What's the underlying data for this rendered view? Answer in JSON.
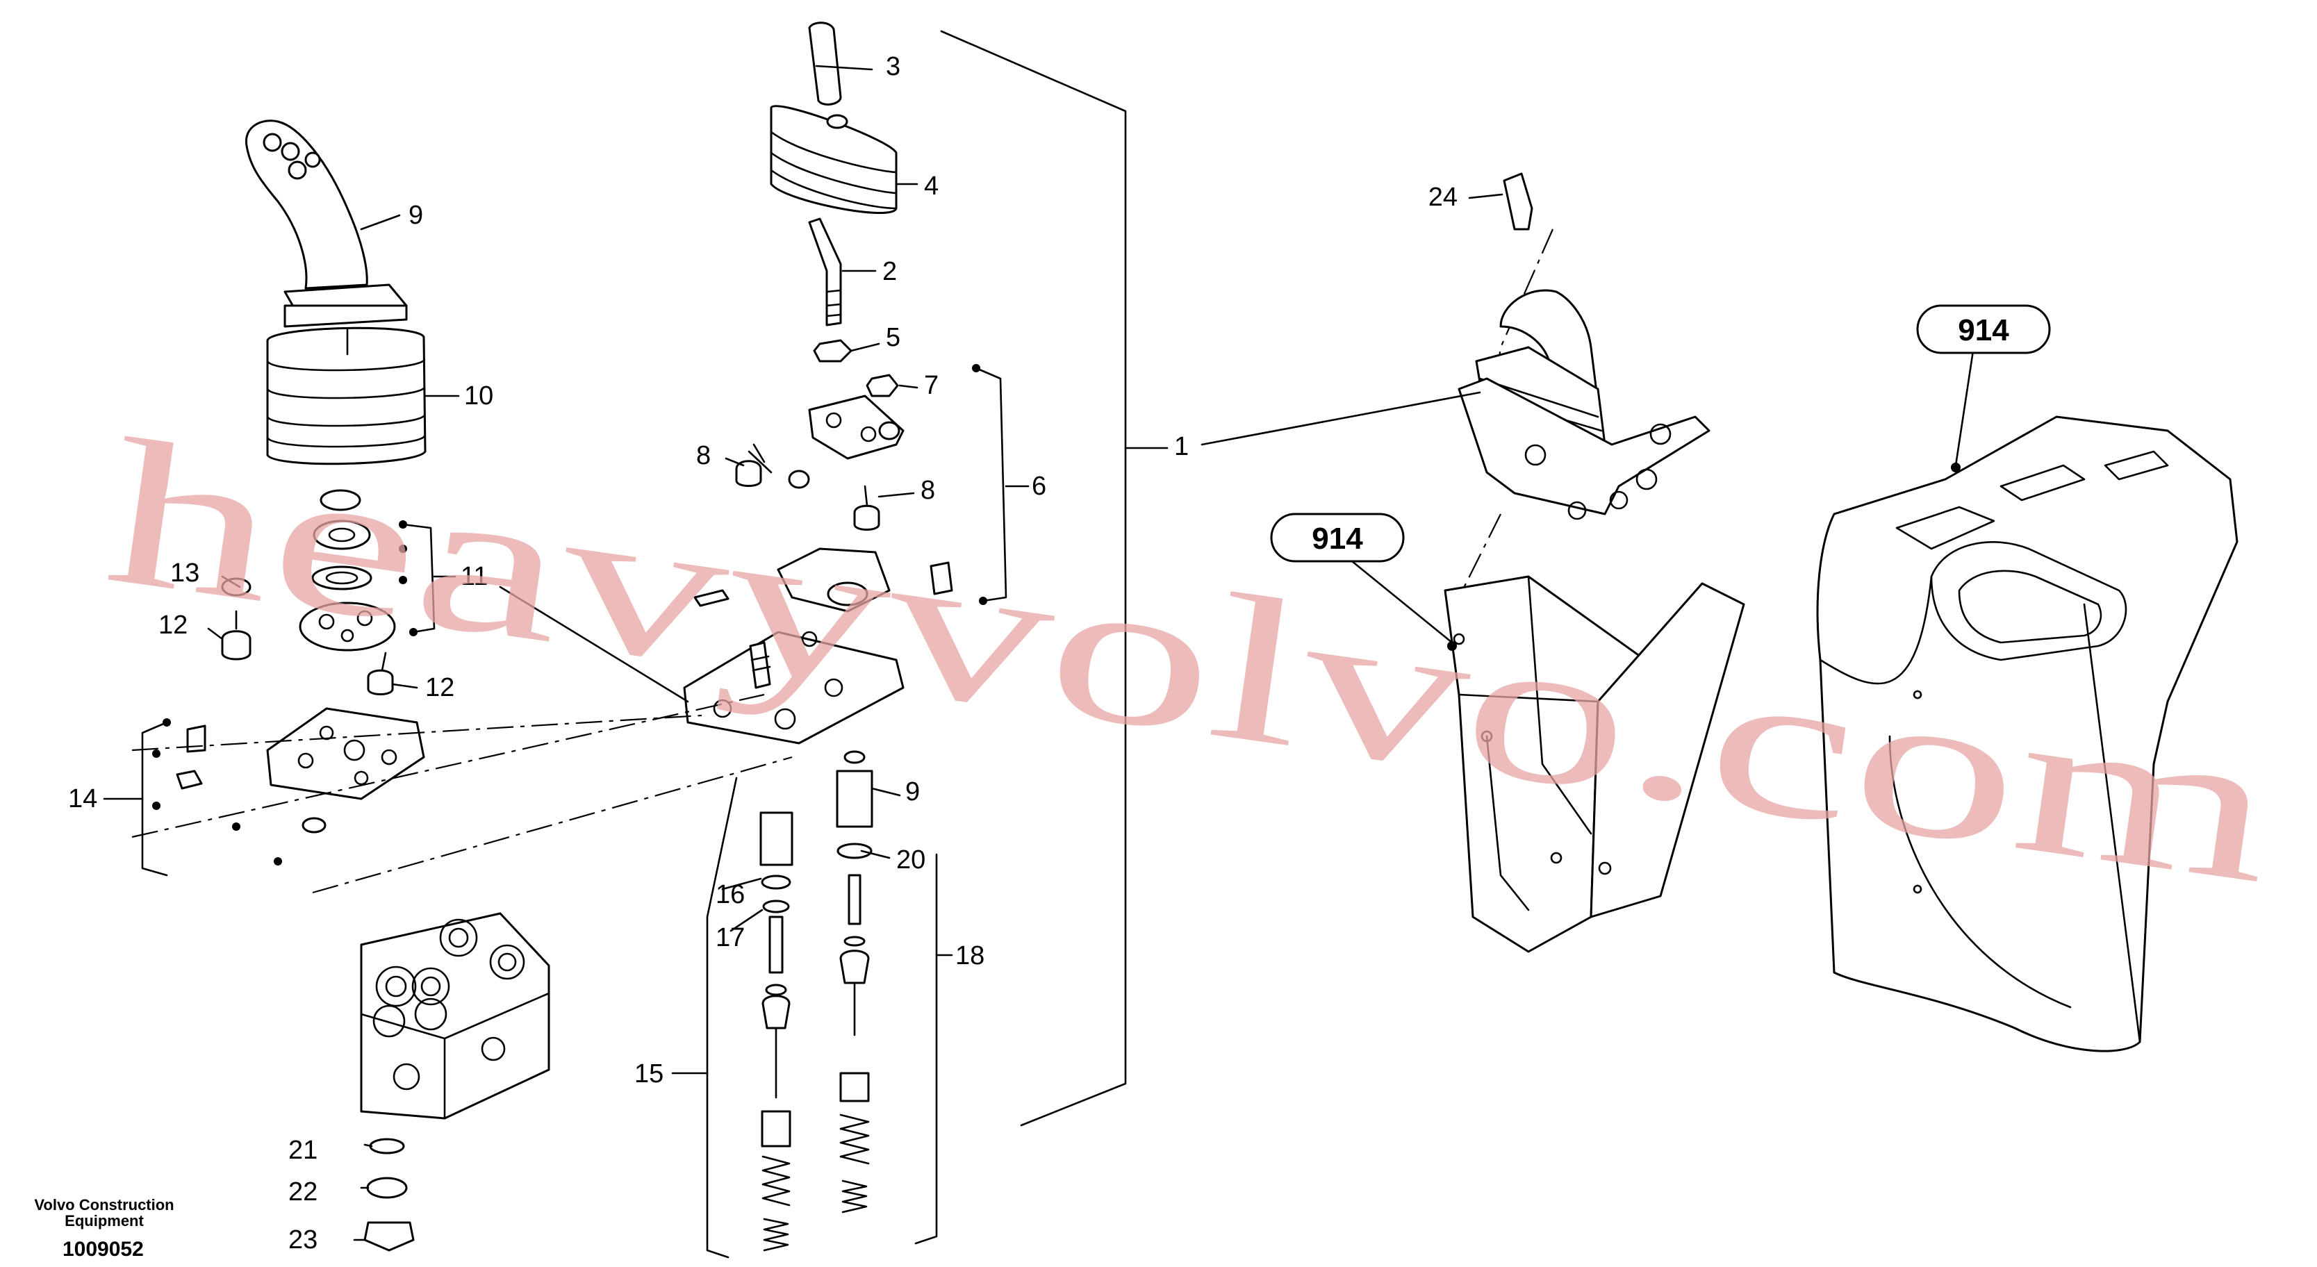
{
  "diagram": {
    "callouts": {
      "c1": "1",
      "c2": "2",
      "c3": "3",
      "c4": "4",
      "c5": "5",
      "c6": "6",
      "c7": "7",
      "c8a": "8",
      "c8b": "8",
      "c9a": "9",
      "c9b": "9",
      "c10": "10",
      "c11": "11",
      "c12a": "12",
      "c12b": "12",
      "c13": "13",
      "c14": "14",
      "c15": "15",
      "c16": "16",
      "c17": "17",
      "c18": "18",
      "c20": "20",
      "c21": "21",
      "c22": "22",
      "c23": "23",
      "c24": "24"
    },
    "references": {
      "r914a": "914",
      "r914b": "914"
    },
    "corner": {
      "manufacturer_line1": "Volvo Construction",
      "manufacturer_line2": "Equipment",
      "drawing_number": "1009052"
    },
    "watermark": "heavyvolvo.com"
  }
}
